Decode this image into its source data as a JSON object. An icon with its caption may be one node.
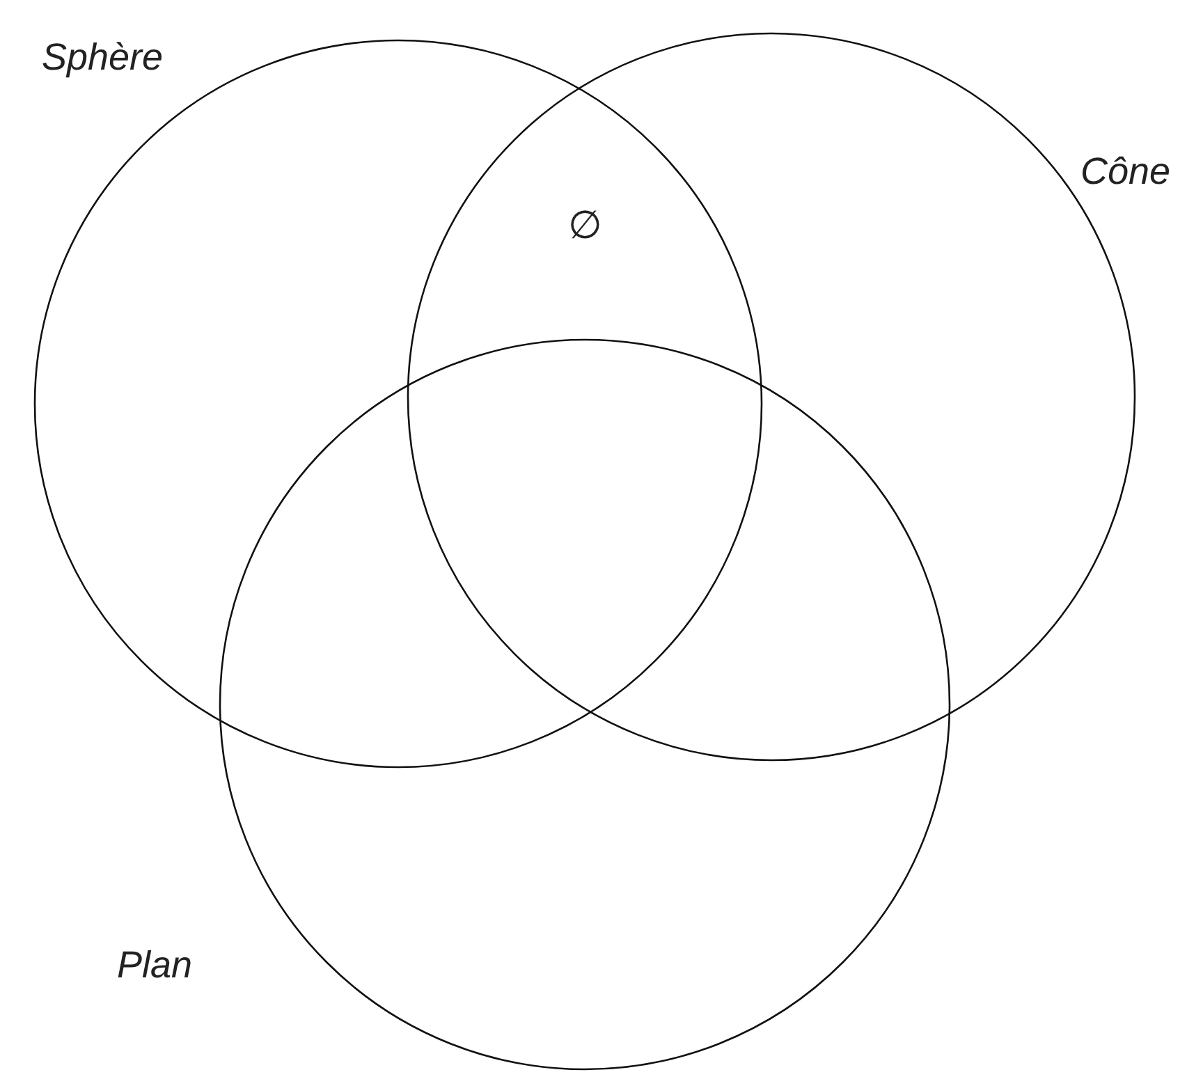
{
  "diagram": {
    "nodes": [
      {
        "text": [
          "Sphère"
        ]
      },
      {
        "text": [
          "Cône"
        ]
      },
      {
        "text": [
          "Plan"
        ]
      }
    ],
    "labels": [
      "∅"
    ]
  }
}
